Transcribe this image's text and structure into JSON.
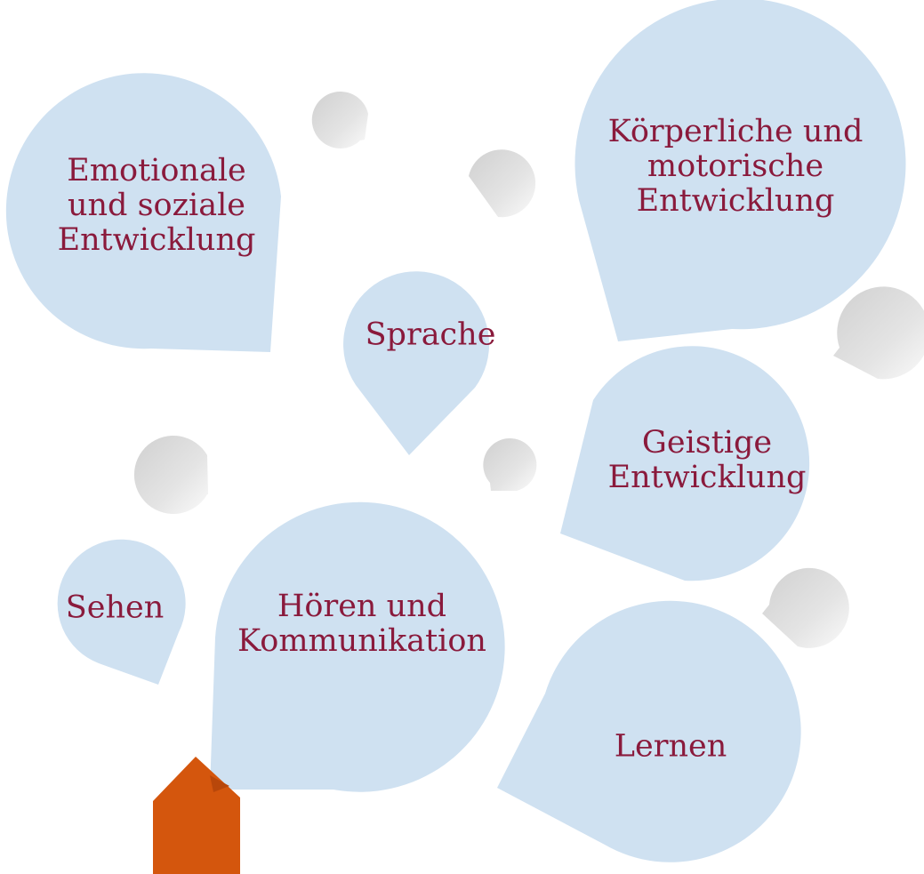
{
  "colors": {
    "bubble_fill": "#cfe1f1",
    "text": "#8a1a3c",
    "gray_drop": "#d6d6d6",
    "house": "#d4560d"
  },
  "bubbles": [
    {
      "id": "emotional",
      "lines": [
        "Emotionale",
        "und soziale",
        "Entwicklung"
      ]
    },
    {
      "id": "body",
      "lines": [
        "Körperliche und",
        "motorische",
        "Entwicklung"
      ]
    },
    {
      "id": "speech",
      "lines": [
        "Sprache"
      ]
    },
    {
      "id": "mental",
      "lines": [
        "Geistige",
        "Entwicklung"
      ]
    },
    {
      "id": "seeing",
      "lines": [
        "Sehen"
      ]
    },
    {
      "id": "hearing",
      "lines": [
        "Hören und",
        "Kommunikation"
      ]
    },
    {
      "id": "learning",
      "lines": [
        "Lernen"
      ]
    }
  ],
  "icons": {
    "gray_drop": "speech-drop-icon",
    "house": "house-icon"
  }
}
